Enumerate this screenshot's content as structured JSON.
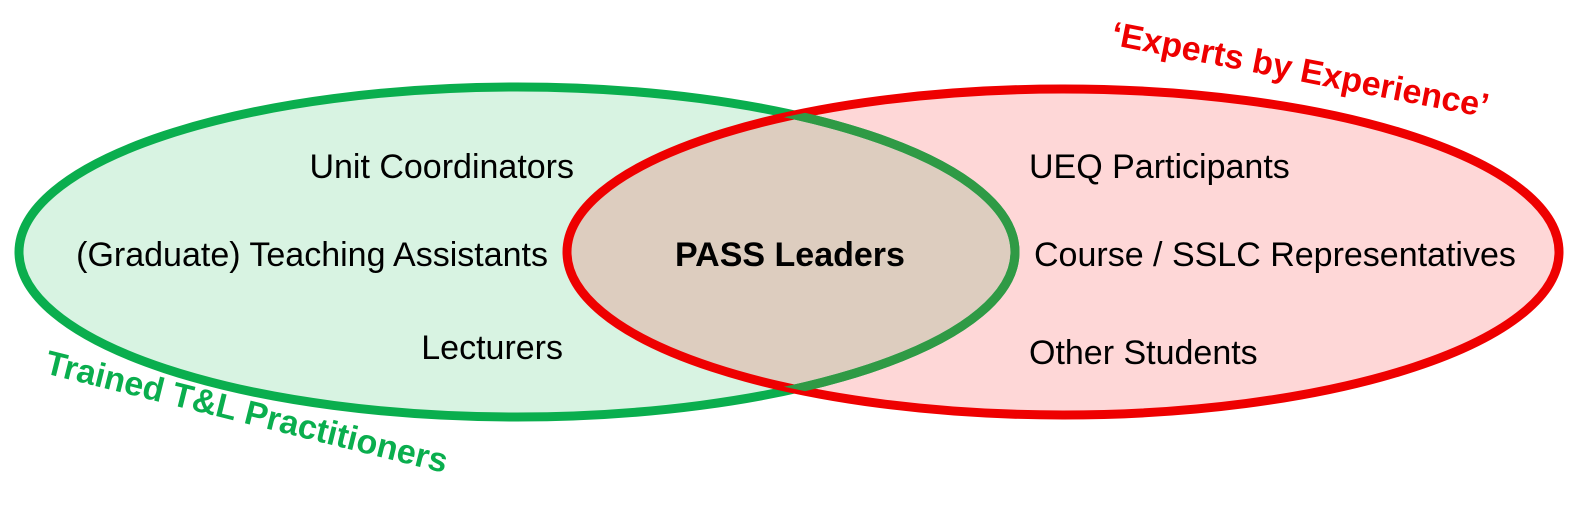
{
  "colors": {
    "left_stroke": "#0aae4e",
    "left_fill": "#d8f3e2",
    "right_stroke": "#ee0000",
    "right_fill": "#fed7d7",
    "overlap_fill": "#ddcdbf",
    "overlap_stroke": "#2f9a45"
  },
  "left_set": {
    "label": "Trained T&L Practitioners",
    "items": [
      "Unit Coordinators",
      "(Graduate) Teaching Assistants",
      "Lecturers"
    ]
  },
  "right_set": {
    "label": "‘Experts by Experience’",
    "items": [
      "UEQ Participants",
      "Course / SSLC Representatives",
      "Other Students"
    ]
  },
  "intersection": {
    "label": "PASS Leaders"
  }
}
